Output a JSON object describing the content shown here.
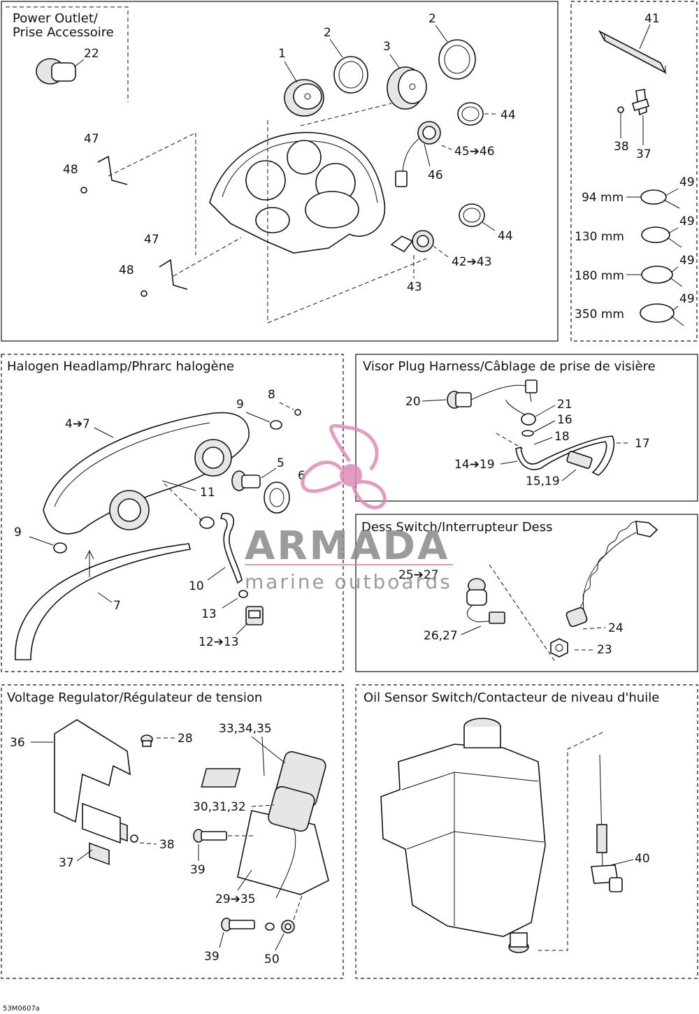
{
  "sections": {
    "gauges": {
      "title": ""
    },
    "power_outlet": {
      "title_line1": "Power Outlet/",
      "title_line2": "Prise Accessoire"
    },
    "accessories": {
      "title": ""
    },
    "headlamp": {
      "title": "Halogen Headlamp/Phrarc halogène"
    },
    "visor": {
      "title": "Visor Plug Harness/Câblage de prise de visière"
    },
    "dess": {
      "title": "Dess Switch/Interrupteur Dess"
    },
    "regulator": {
      "title": "Voltage Regulator/Régulateur de tension"
    },
    "oil": {
      "title": "Oil Sensor Switch/Contacteur de niveau d'huile"
    }
  },
  "callouts": {
    "power_outlet": [
      "22"
    ],
    "gauges": [
      "1",
      "2",
      "2",
      "3",
      "44",
      "45➔46",
      "46",
      "44",
      "42➔43",
      "43",
      "47",
      "48",
      "47",
      "48"
    ],
    "accessories": [
      "41",
      "38",
      "37",
      "49",
      "49",
      "49",
      "49"
    ],
    "tie_sizes": [
      "94 mm",
      "130 mm",
      "180 mm",
      "350 mm"
    ],
    "headlamp": [
      "8",
      "9",
      "4➔7",
      "5",
      "6",
      "11",
      "9",
      "10",
      "7",
      "13",
      "12➔13"
    ],
    "visor": [
      "20",
      "21",
      "16",
      "18",
      "17",
      "14➔19",
      "15,19"
    ],
    "dess": [
      "25➔27",
      "26,27",
      "24",
      "23"
    ],
    "regulator": [
      "36",
      "28",
      "33,34,35",
      "30,31,32",
      "38",
      "37",
      "39",
      "29➔35",
      "39",
      "50"
    ],
    "oil": [
      "40"
    ]
  },
  "watermark": {
    "brand": "ARMADA",
    "tagline": "marine outboards",
    "accent": "#e08ab8",
    "text_color": "#8a8a8a"
  },
  "footer": {
    "code": "53M0607a"
  }
}
